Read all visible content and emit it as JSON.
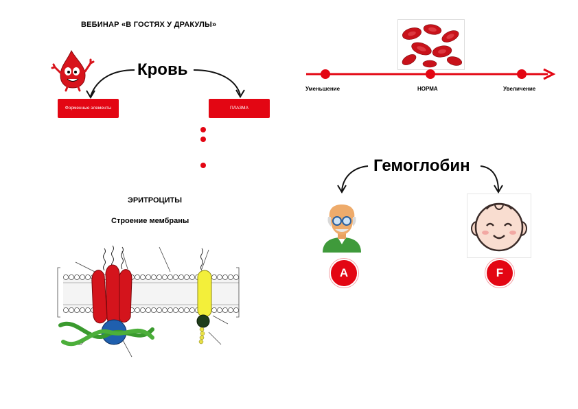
{
  "header": {
    "title": "ВЕБИНАР «В ГОСТЯХ У ДРАКУЛЫ»"
  },
  "blood": {
    "title": "Кровь",
    "left_box": "Форменные элементы",
    "right_box": "ПЛАЗМА"
  },
  "scale": {
    "labels": [
      "Уменьшение",
      "НОРМА",
      "Увеличение"
    ],
    "color": "#e30613"
  },
  "erythrocytes": {
    "title": "ЭРИТРОЦИТЫ",
    "subtitle": "Строение мембраны"
  },
  "hemoglobin": {
    "title": "Гемоглобин",
    "left_label": "A",
    "right_label": "F"
  },
  "icons": [
    "blood-drop-character-icon",
    "red-blood-cells-image",
    "old-man-icon",
    "baby-face-icon",
    "membrane-diagram"
  ]
}
